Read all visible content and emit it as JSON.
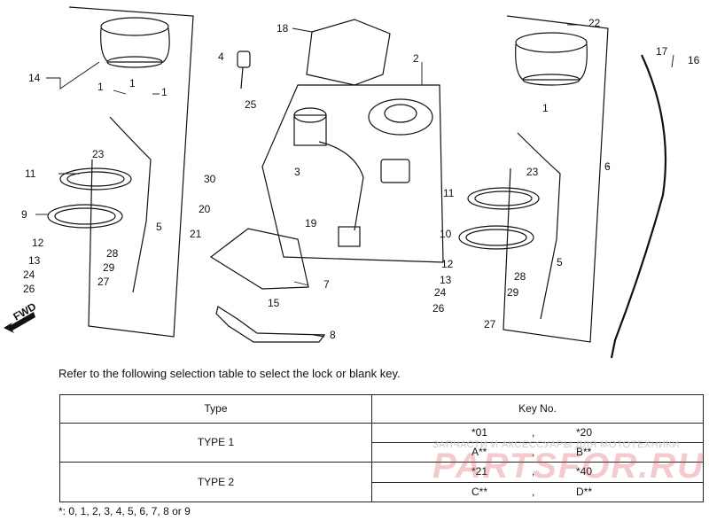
{
  "callouts": [
    "1",
    "2",
    "3",
    "4",
    "5",
    "6",
    "7",
    "8",
    "9",
    "10",
    "11",
    "12",
    "13",
    "14",
    "15",
    "16",
    "17",
    "18",
    "19",
    "20",
    "21",
    "22",
    "23",
    "24",
    "25",
    "26",
    "27",
    "28",
    "29",
    "30"
  ],
  "fwd_label": "FWD",
  "note": "Refer to the following selection table to select the lock or blank key.",
  "table": {
    "headers": [
      "Type",
      "Key No."
    ],
    "rows": [
      {
        "type": "TYPE 1",
        "keys": [
          [
            "*01",
            ",",
            "*20"
          ],
          [
            "A**",
            ",",
            "B**"
          ]
        ]
      },
      {
        "type": "TYPE 2",
        "keys": [
          [
            "*21",
            ",",
            "*40"
          ],
          [
            "C**",
            ",",
            "D**"
          ]
        ]
      }
    ]
  },
  "footnote": "*: 0, 1, 2, 3, 4, 5, 6, 7, 8 or 9",
  "watermark": {
    "subtitle": "ЗАПЧАСТИ И АКСЕССУАРЫ ДЛЯ МОТОТЕХНИКИ",
    "main": "PARTSFOR.RU"
  }
}
